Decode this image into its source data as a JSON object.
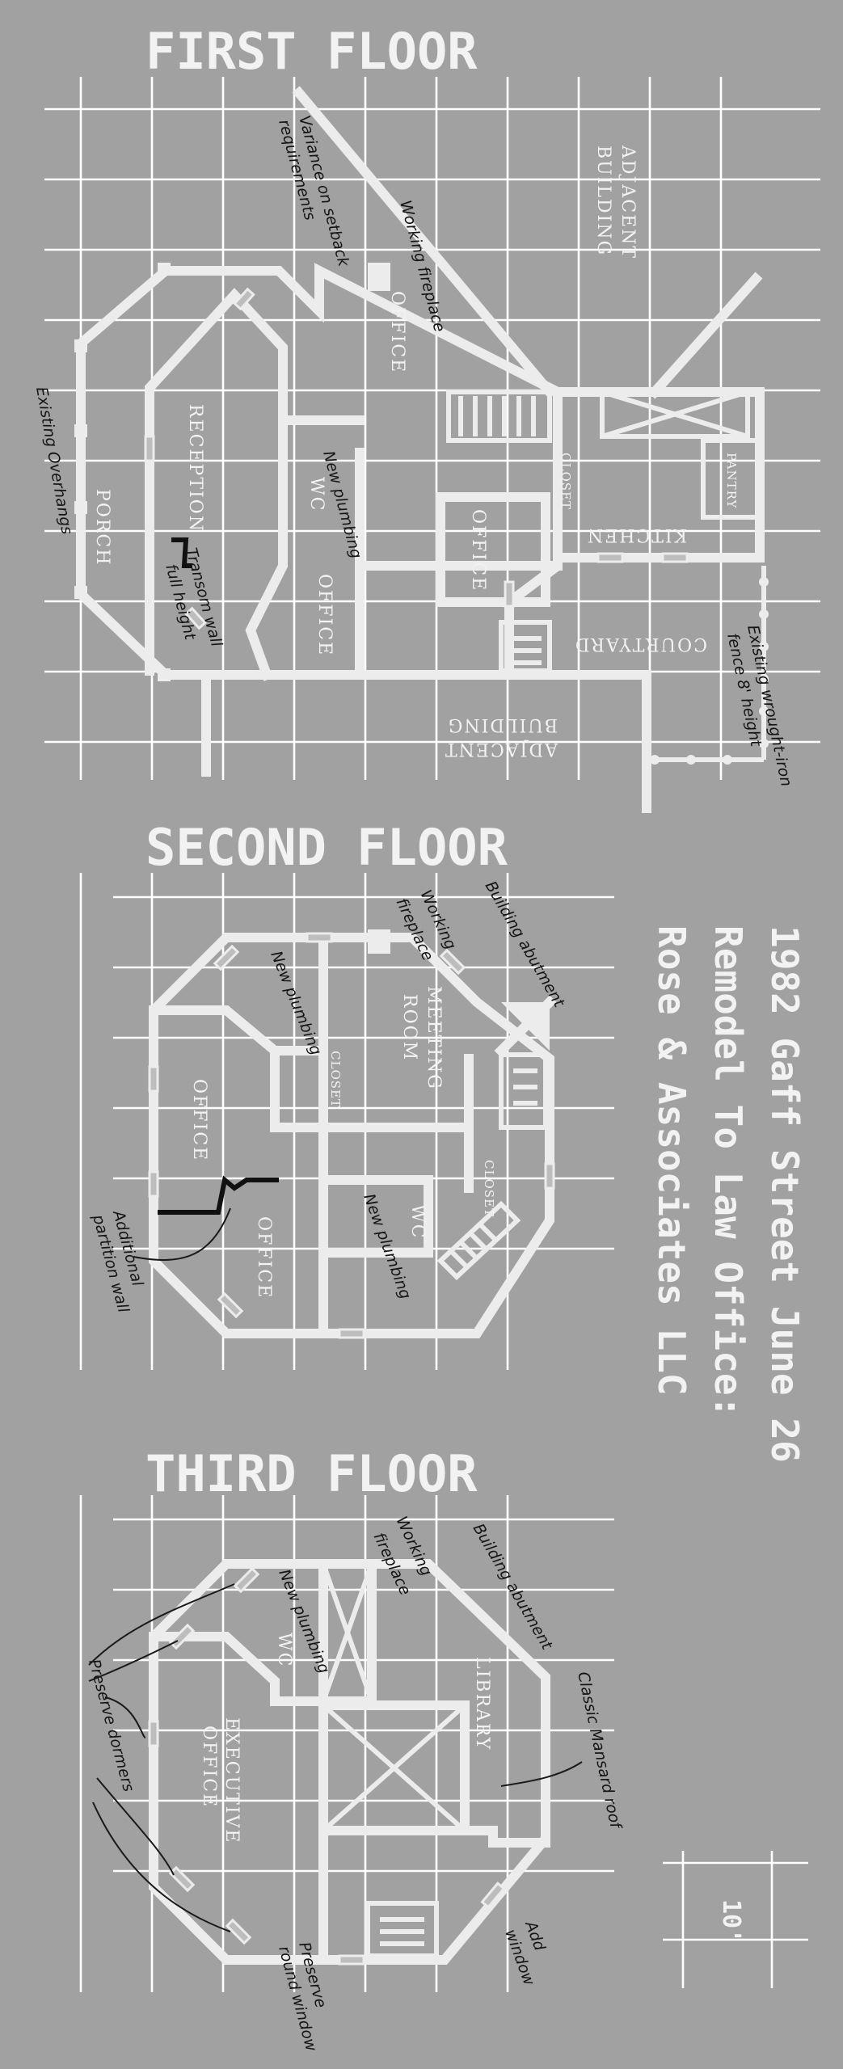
{
  "title_block": {
    "line1": "1982 Gaff Street June 26",
    "line2": "Remodel To Law Office:",
    "line3": "Rose & Associates LLC"
  },
  "scale_label": "10'",
  "floors": {
    "first": {
      "heading": "FIRST FLOOR",
      "rooms": {
        "adjacent_top": [
          "ADJACENT",
          "BUILDING"
        ],
        "adjacent_bottom": [
          "ADJACENT",
          "BUILDING"
        ],
        "office_top": "OFFICE",
        "reception": "RECEPTION",
        "porch": "PORCH",
        "wc": "WC",
        "office_mid": "OFFICE",
        "office_small": "OFFICE",
        "closet": "CLOSET",
        "kitchen": "KITCHEN",
        "pantry": "PANTRY",
        "courtyard": "COURTYARD"
      },
      "notes": {
        "variance": [
          "Variance on setback",
          "requirements"
        ],
        "fireplace": [
          "Working fireplace"
        ],
        "overhangs": [
          "Existing Overhangs"
        ],
        "new_plumbing": [
          "New plumbing"
        ],
        "transom": [
          "Transom wall",
          "full height"
        ],
        "fence": [
          "Existing wrought-iron",
          "fence 8' height"
        ]
      }
    },
    "second": {
      "heading": "SECOND FLOOR",
      "rooms": {
        "meeting": [
          "MEETING",
          "ROOM"
        ],
        "closet_a": "CLOSET",
        "closet_b": "CLOSET",
        "office_a": "OFFICE",
        "office_b": "OFFICE",
        "wc": "WC"
      },
      "notes": {
        "abutment": [
          "Building abutment"
        ],
        "fireplace": [
          "Working",
          "fireplace"
        ],
        "plumbing_a": [
          "New plumbing"
        ],
        "plumbing_b": [
          "New plumbing"
        ],
        "partition": [
          "Additional",
          "partition wall"
        ]
      }
    },
    "third": {
      "heading": "THIRD FLOOR",
      "rooms": {
        "library": "LIBRARY",
        "executive": [
          "EXECUTIVE",
          "OFFICE"
        ],
        "wc": "WC"
      },
      "notes": {
        "abutment": [
          "Building abutment"
        ],
        "fireplace": [
          "Working",
          "fireplace"
        ],
        "plumbing": [
          "New plumbing"
        ],
        "dormers": [
          "Preserve dormers"
        ],
        "mansard": [
          "Classic Mansard roof"
        ],
        "add_window": [
          "Add",
          "window"
        ],
        "round_window": [
          "Preserve",
          "round window"
        ]
      }
    }
  }
}
